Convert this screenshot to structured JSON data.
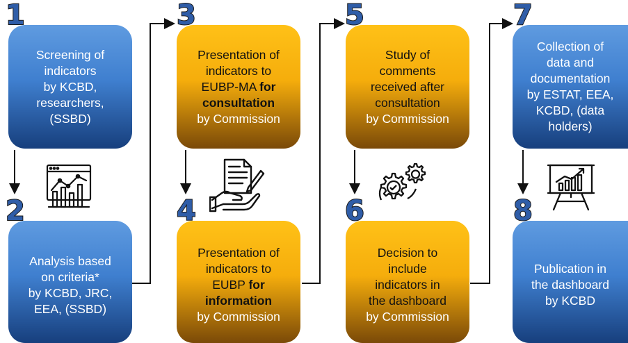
{
  "steps": [
    {
      "number": "1",
      "lines": [
        "Screening of",
        "indicators"
      ],
      "by": [
        "by KCBD,",
        "researchers,",
        "(SSBD)"
      ]
    },
    {
      "number": "2",
      "lines": [
        "Analysis based",
        "on criteria*"
      ],
      "by": [
        "by KCBD, JRC,",
        "EEA, (SSBD)"
      ]
    },
    {
      "number": "3",
      "lines": [
        "Presentation of",
        "indicators to"
      ],
      "bold_line": {
        "pre": "EUBP-MA ",
        "bold": "for"
      },
      "bold_line2": "consultation",
      "by": [
        "by Commission"
      ]
    },
    {
      "number": "4",
      "lines": [
        "Presentation of",
        "indicators to"
      ],
      "bold_line": {
        "pre": "EUBP ",
        "bold": "for"
      },
      "bold_line2": "information",
      "by": [
        "by Commission"
      ]
    },
    {
      "number": "5",
      "lines": [
        "Study of",
        "comments",
        "received after",
        "consultation"
      ],
      "by": [
        "by Commission"
      ]
    },
    {
      "number": "6",
      "lines": [
        "Decision to",
        "include",
        "indicators in",
        "the dashboard"
      ],
      "by": [
        "by Commission"
      ]
    },
    {
      "number": "7",
      "lines": [
        "Collection of",
        "data and",
        "documentation"
      ],
      "by": [
        "by ESTAT, EEA,",
        "KCBD, (data",
        "holders)"
      ]
    },
    {
      "number": "8",
      "lines": [
        "Publication in",
        "the dashboard"
      ],
      "by": [
        "by KCBD"
      ]
    }
  ],
  "icons": [
    "analytics-chart-icon",
    "document-hand-pen-icon",
    "gears-icon",
    "presentation-board-icon"
  ],
  "colors": {
    "blue": "#3f7fcf",
    "orange": "#f5ad0c",
    "number": "#2f5da8"
  }
}
